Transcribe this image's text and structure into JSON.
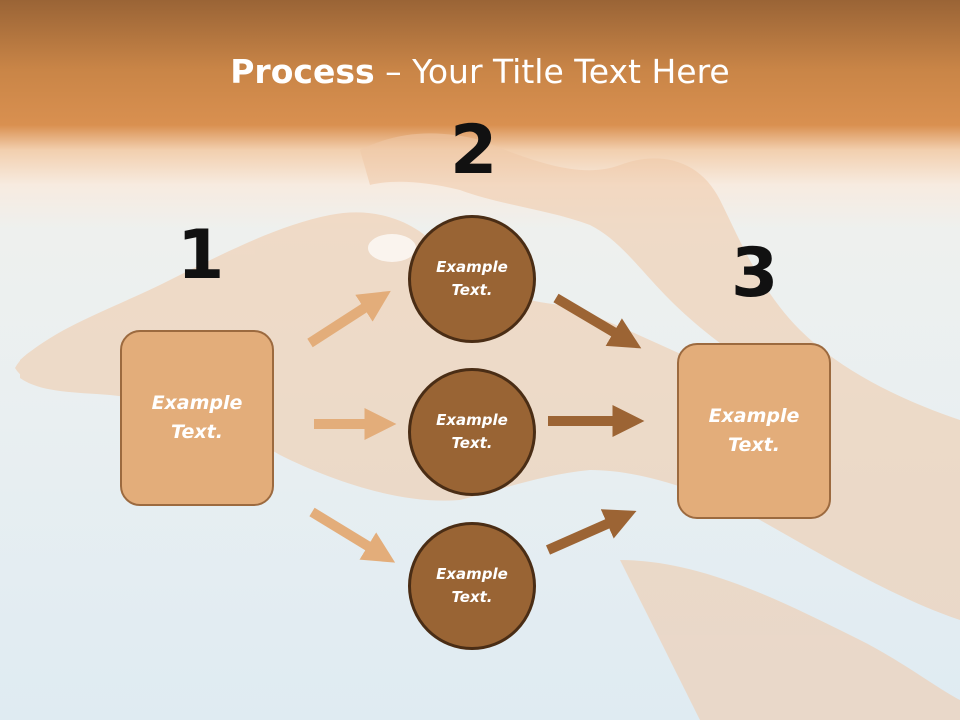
{
  "title": {
    "bold": "Process",
    "rest": " – Your Title Text Here"
  },
  "steps": [
    {
      "number": "1",
      "label": "Example Text."
    },
    {
      "number": "2",
      "label": "Example Text."
    },
    {
      "number": "3",
      "label": "Example Text."
    }
  ],
  "middle_items": [
    {
      "label": "Example Text."
    },
    {
      "label": "Example Text."
    },
    {
      "label": "Example Text."
    }
  ],
  "colors": {
    "box_fill": "#e3ad7a",
    "circle_fill": "#996434",
    "light_arrow": "#e3ad7a",
    "dark_arrow": "#9c6434"
  }
}
